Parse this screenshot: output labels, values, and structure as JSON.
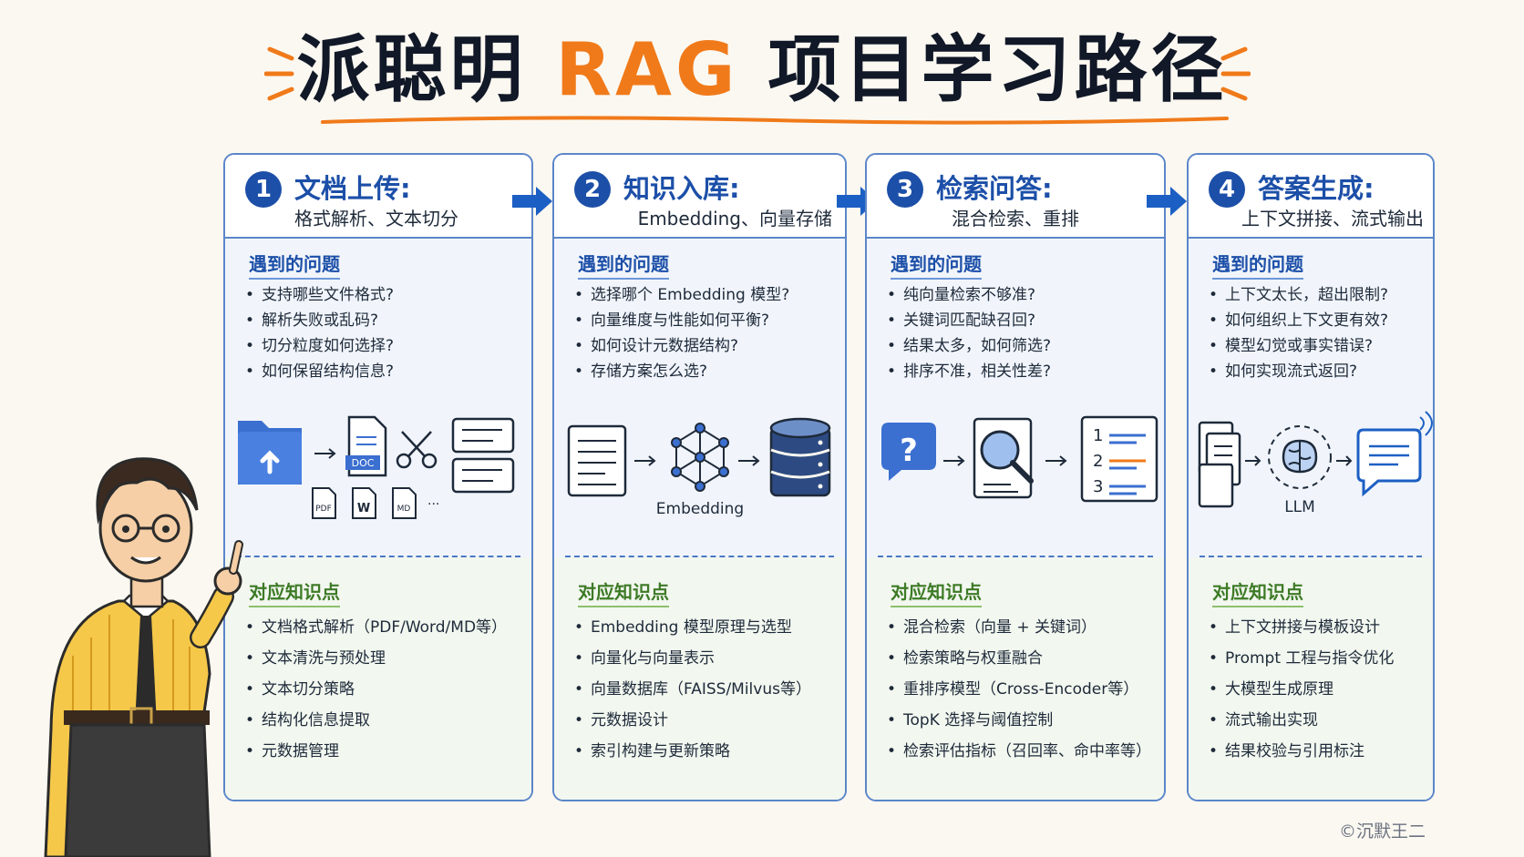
{
  "title": {
    "prefix": "派聪明 ",
    "highlight": "RAG",
    "suffix": " 项目学习路径"
  },
  "colors": {
    "accent": "#f07a1a",
    "primary": "#1c4fa8",
    "green": "#3d7a26",
    "border": "#5b86c9"
  },
  "cards": [
    {
      "num": "1",
      "title": "文档上传:",
      "subtitle": "格式解析、文本切分",
      "questions_title": "遇到的问题",
      "questions": [
        "支持哪些文件格式?",
        "解析失败或乱码?",
        "切分粒度如何选择?",
        "如何保留结构信息?"
      ],
      "knowledge_title": "对应知识点",
      "knowledge": [
        "文档格式解析（PDF/Word/MD等）",
        "文本清洗与预处理",
        "文本切分策略",
        "结构化信息提取",
        "元数据管理"
      ],
      "illus": {
        "doc_label": "DOC",
        "pdf_label": "PDF",
        "word_label": "W",
        "md_label": "MD",
        "more": "···"
      }
    },
    {
      "num": "2",
      "title": "知识入库:",
      "subtitle": "Embedding、向量存储",
      "questions_title": "遇到的问题",
      "questions": [
        "选择哪个 Embedding 模型?",
        "向量维度与性能如何平衡?",
        "如何设计元数据结构?",
        "存储方案怎么选?"
      ],
      "knowledge_title": "对应知识点",
      "knowledge": [
        "Embedding 模型原理与选型",
        "向量化与向量表示",
        "向量数据库（FAISS/Milvus等）",
        "元数据设计",
        "索引构建与更新策略"
      ],
      "illus": {
        "label": "Embedding"
      }
    },
    {
      "num": "3",
      "title": "检索问答:",
      "subtitle": "混合检索、重排",
      "questions_title": "遇到的问题",
      "questions": [
        "纯向量检索不够准?",
        "关键词匹配缺召回?",
        "结果太多，如何筛选?",
        "排序不准，相关性差?"
      ],
      "knowledge_title": "对应知识点",
      "knowledge": [
        "混合检索（向量 + 关键词）",
        "检索策略与权重融合",
        "重排序模型（Cross-Encoder等）",
        "TopK 选择与阈值控制",
        "检索评估指标（召回率、命中率等）"
      ],
      "illus": {
        "q": "?",
        "r1": "1",
        "r2": "2",
        "r3": "3"
      }
    },
    {
      "num": "4",
      "title": "答案生成:",
      "subtitle": "上下文拼接、流式输出",
      "questions_title": "遇到的问题",
      "questions": [
        "上下文太长，超出限制?",
        "如何组织上下文更有效?",
        "模型幻觉或事实错误?",
        "如何实现流式返回?"
      ],
      "knowledge_title": "对应知识点",
      "knowledge": [
        "上下文拼接与模板设计",
        "Prompt 工程与指令优化",
        "大模型生成原理",
        "流式输出实现",
        "结果校验与引用标注"
      ],
      "illus": {
        "label": "LLM"
      }
    }
  ],
  "copyright": "©沉默王二"
}
